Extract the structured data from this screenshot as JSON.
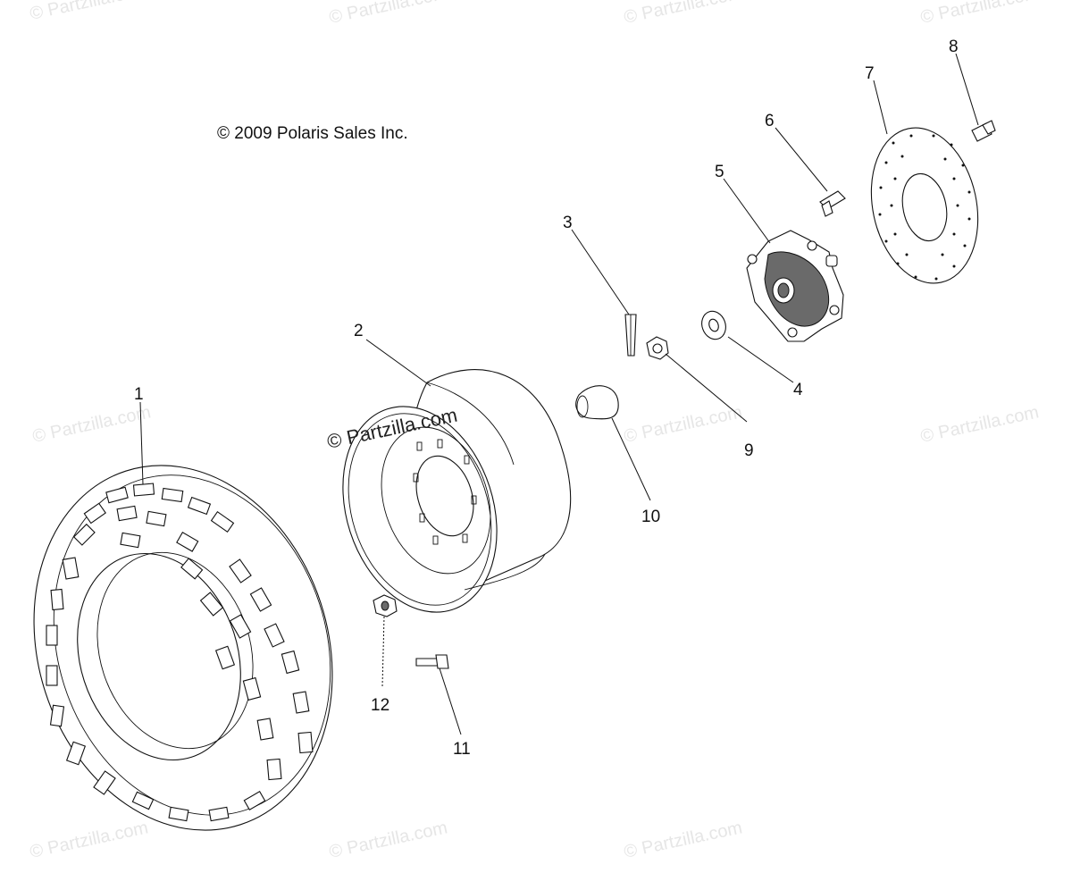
{
  "copyright": "© 2009 Polaris Sales Inc.",
  "watermark_main": "© Partzilla.com",
  "watermarks": [
    "© Partzilla.com",
    "© Partzilla.com",
    "© Partzilla.com",
    "© Partzilla.com",
    "© Partzilla.com",
    "© Partzilla.com",
    "© Partzilla.com",
    "© Partzilla.com",
    "© Partzilla.com",
    "© Partzilla.com"
  ],
  "callouts": [
    "1",
    "2",
    "3",
    "4",
    "5",
    "6",
    "7",
    "8",
    "9",
    "10",
    "11",
    "12"
  ],
  "colors": {
    "line": "#111111",
    "watermark": "#e6e6e6",
    "background": "#ffffff"
  }
}
